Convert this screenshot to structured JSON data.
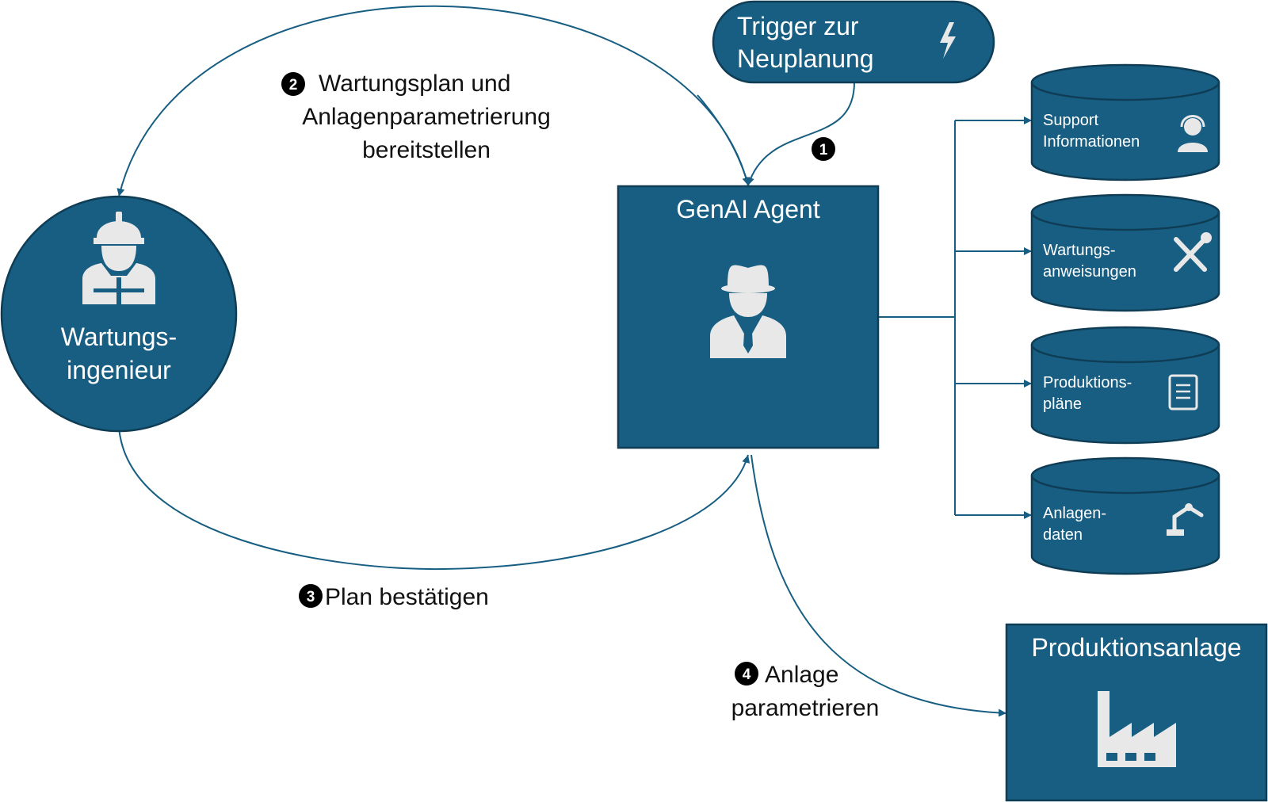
{
  "trigger": {
    "line1": "Trigger zur",
    "line2": "Neuplanung"
  },
  "agent": {
    "title": "GenAI Agent"
  },
  "engineer": {
    "line1": "Wartungs-",
    "line2": "ingenieur"
  },
  "plant": {
    "title": "Produktionsanlage"
  },
  "databases": [
    {
      "line1": "Support",
      "line2": "Informationen",
      "icon": "support-agent-icon"
    },
    {
      "line1": "Wartungs-",
      "line2": "anweisungen",
      "icon": "wrench-screwdriver-icon"
    },
    {
      "line1": "Produktions-",
      "line2": "pläne",
      "icon": "document-scroll-icon"
    },
    {
      "line1": "Anlagen-",
      "line2": "daten",
      "icon": "robot-arm-icon"
    }
  ],
  "steps": {
    "s1": {
      "num": "1"
    },
    "s2": {
      "num": "2",
      "line1": "Wartungsplan und",
      "line2": "Anlagenparametrierung",
      "line3": "bereitstellen"
    },
    "s3": {
      "num": "3",
      "label": "Plan bestätigen"
    },
    "s4": {
      "num": "4",
      "line1": "Anlage",
      "line2": "parametrieren"
    }
  },
  "colors": {
    "node": "#175e82",
    "stroke": "#0f3d55",
    "icon": "#e8e8e8"
  }
}
